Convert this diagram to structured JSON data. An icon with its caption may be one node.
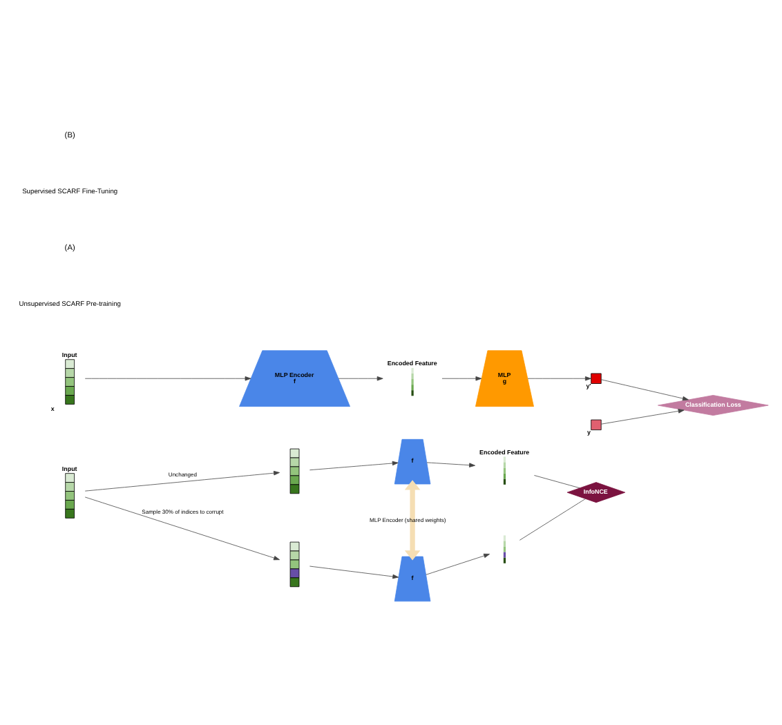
{
  "diagram": {
    "nodes": [
      {
        "text": [
          "Input"
        ]
      },
      {
        "text": [],
        "shape": "bar"
      },
      {
        "text": [],
        "shape": "bar"
      },
      {
        "text": [
          "f"
        ]
      },
      {
        "text": [
          "f"
        ]
      },
      {
        "text": [
          "Encoded Feature"
        ]
      },
      {
        "text": [],
        "shape": "bar"
      },
      {
        "text": [
          "InfoNCE"
        ]
      },
      {
        "text": [
          "Input"
        ],
        "beside": [
          "x"
        ]
      },
      {
        "text": [
          "MLP Encoder",
          "f"
        ]
      },
      {
        "text": [
          "Encoded Feature"
        ]
      },
      {
        "text": [
          "MLP",
          "g"
        ]
      },
      {
        "text": [],
        "shape": "box",
        "beside": [
          "y'"
        ]
      },
      {
        "text": [],
        "shape": "box",
        "beside": [
          "y"
        ]
      },
      {
        "text": [
          "Classification Loss"
        ]
      }
    ],
    "edges": [
      {
        "from": 0,
        "to": 1,
        "arrow": "to",
        "label": "Unchanged"
      },
      {
        "from": 0,
        "to": 2,
        "arrow": "to",
        "label": "Sample 30% of indices to corrupt"
      },
      {
        "from": 1,
        "to": 3,
        "arrow": "to"
      },
      {
        "from": 2,
        "to": 4,
        "arrow": "to"
      },
      {
        "from": 3,
        "to": 5,
        "arrow": "to"
      },
      {
        "from": 4,
        "to": 6,
        "arrow": "to"
      },
      {
        "from": 3,
        "to": 4,
        "arrow": "both",
        "label": "MLP Encoder (shared weights)",
        "style": "thick",
        "color": "#f5deb3"
      },
      {
        "from": 5,
        "to": 7,
        "arrow": "none"
      },
      {
        "from": 6,
        "to": 7,
        "arrow": "none"
      },
      {
        "from": 8,
        "to": 9,
        "arrow": "to"
      },
      {
        "from": 9,
        "to": 10,
        "arrow": "to"
      },
      {
        "from": 10,
        "to": 11,
        "arrow": "to"
      },
      {
        "from": 11,
        "to": 12,
        "arrow": "to"
      },
      {
        "from": 12,
        "to": 14,
        "arrow": "to"
      },
      {
        "from": 13,
        "to": 14,
        "arrow": "to"
      }
    ],
    "labels": [
      "Unsupervised SCARF Pre-training",
      "(A)",
      "Supervised SCARF Fine-Tuning",
      "(B)"
    ]
  }
}
